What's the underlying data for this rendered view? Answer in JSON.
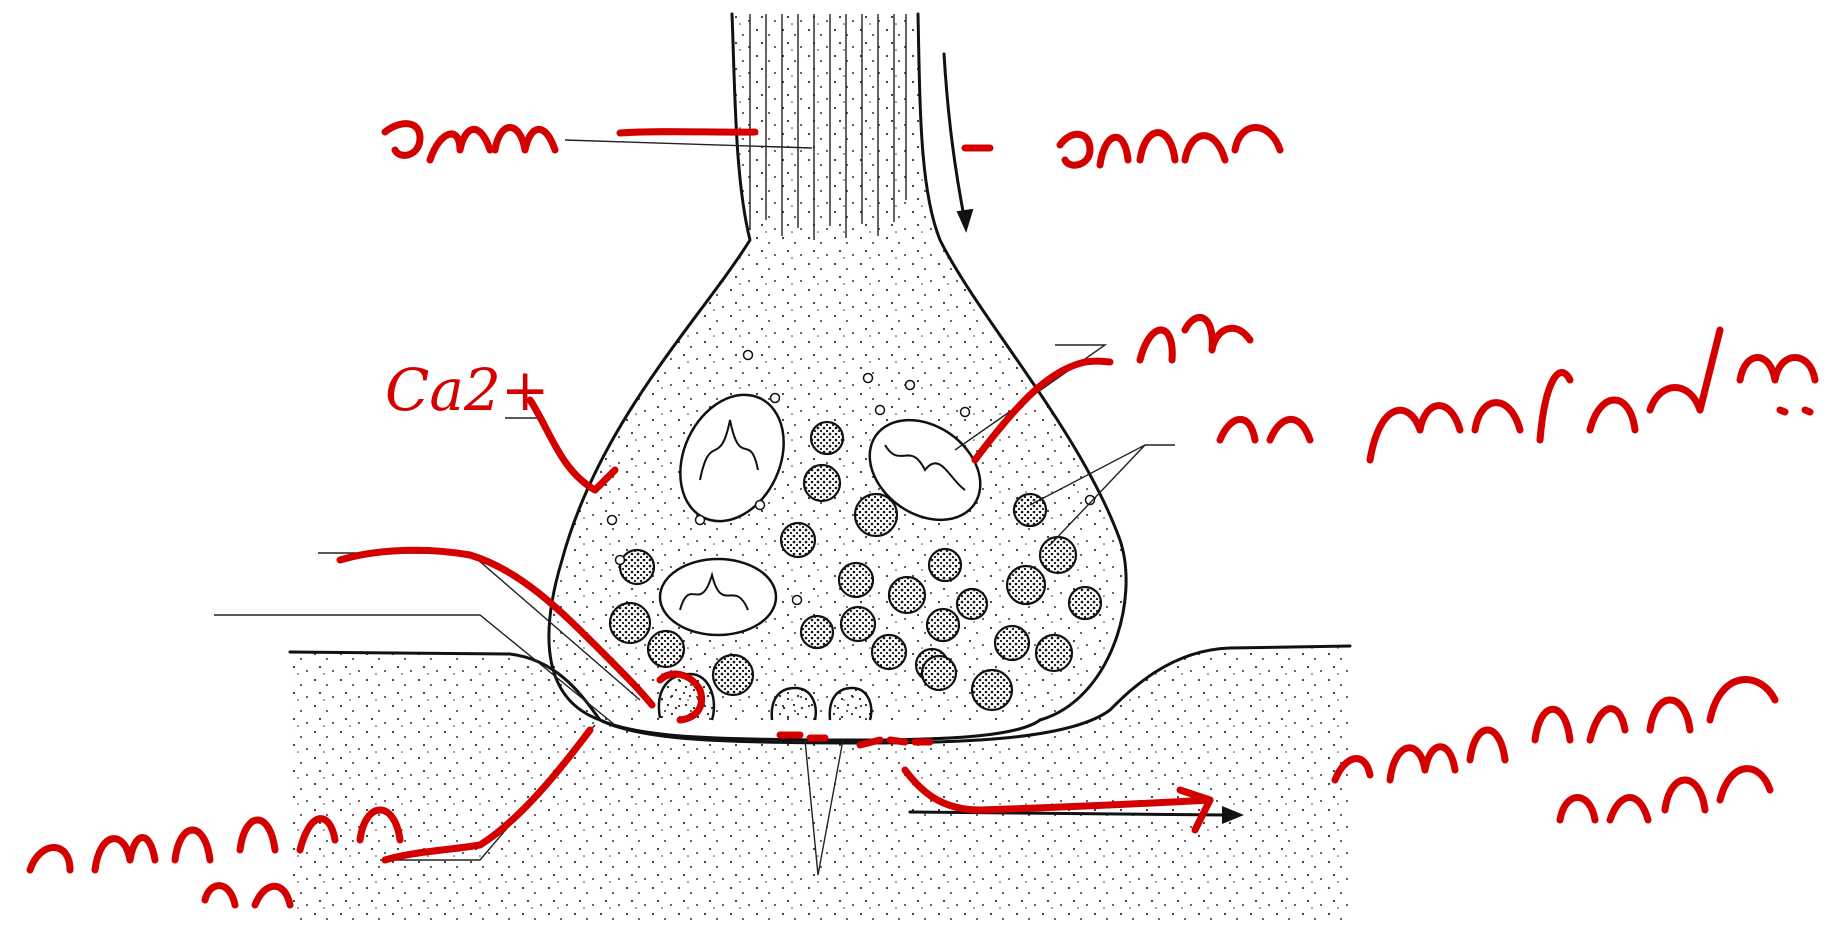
{
  "colors": {
    "ink": "#111111",
    "annotation": "#d40000",
    "paper": "#ffffff"
  },
  "annotations": {
    "axon_label": "",
    "direction_label": "",
    "calcium_label": "Ca2+",
    "vesicle_label": "",
    "vesicle_note": "",
    "cleft_label": "",
    "diffusion_label": ""
  },
  "arrows": {
    "impulse_direction": "down",
    "diffusion_direction": "right"
  }
}
